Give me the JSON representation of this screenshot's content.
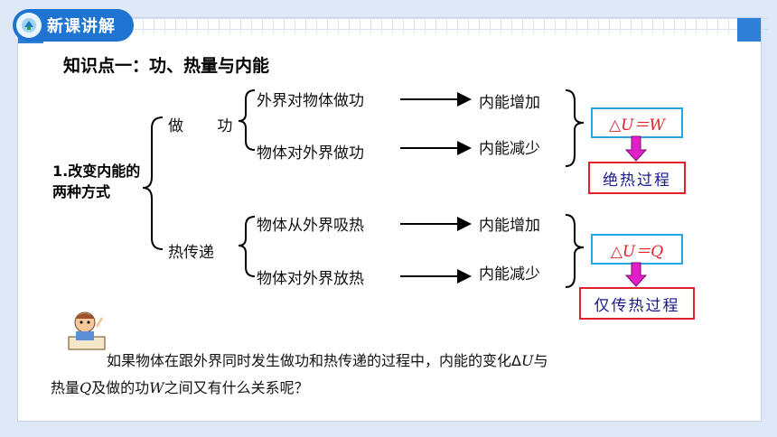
{
  "badge": {
    "label": "新课讲解"
  },
  "title": "知识点一：功、热量与内能",
  "root_label": "1.改变内能的两种方式",
  "branches": {
    "work": {
      "label": "做 功",
      "items": [
        "外界对物体做功",
        "物体对外界做功"
      ],
      "results": [
        "内能增加",
        "内能减少"
      ],
      "formula": "△U＝W",
      "box_label": "绝热过程"
    },
    "heat": {
      "label": "热传递",
      "items": [
        "物体从外界吸热",
        "物体对外界放热"
      ],
      "results": [
        "内能增加",
        "内能减少"
      ],
      "formula": "△U＝Q",
      "box_label": "仅传热过程"
    }
  },
  "question": {
    "part1": "如果物体在跟外界同时发生做功和热传递的过程中，内能的变化Δ",
    "var_u": "U",
    "part2": "与",
    "line2_a": "热量",
    "var_q": "Q",
    "line2_b": "及做的功",
    "var_w": "W",
    "line2_c": "之间又有什么关系呢？"
  },
  "colors": {
    "accent": "#1f74d1",
    "formula_border": "#2aa6df",
    "formula_text": "#e0222a",
    "label_border": "#e0222a",
    "label_text": "#1a1a8c",
    "arrow_magenta": "#e21ec8"
  },
  "icons": [
    "logo-icon",
    "thinking-student-icon",
    "arrow-right-icon",
    "arrow-down-icon"
  ]
}
